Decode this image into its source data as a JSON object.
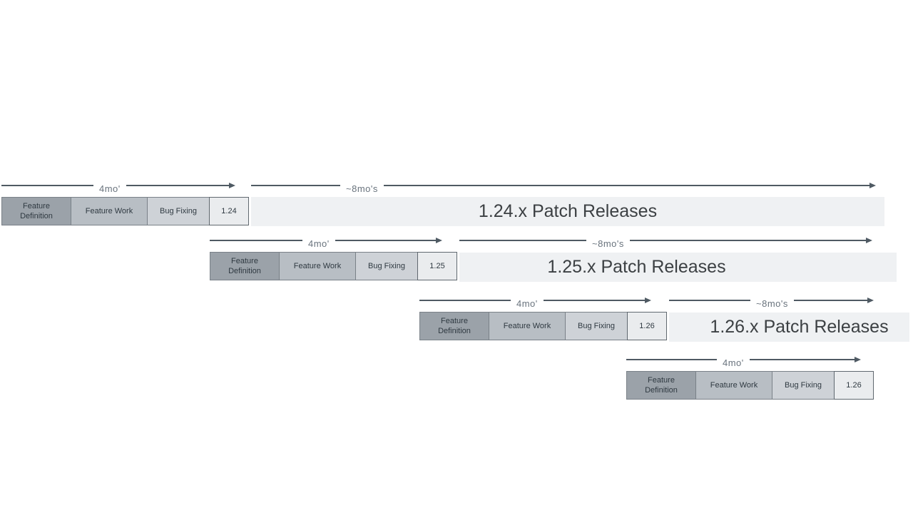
{
  "colors": {
    "fd": "#9ba2a9",
    "fw": "#b8bec4",
    "bf": "#ced2d7",
    "ver": "#eaecee",
    "bar": "#eff1f3",
    "border": "#7a8188",
    "verborder": "#60686f",
    "arrow": "#4f5a63",
    "arrowlabel": "#69737d",
    "boxtext": "#2f3941",
    "bartext": "#3c4043"
  },
  "rows": [
    {
      "version": "1.24",
      "phases": {
        "definition": "Feature Definition",
        "work": "Feature Work",
        "bugfix": "Bug Fixing"
      },
      "dev_duration": "4mo'",
      "patch_duration": "~8mo's",
      "patch_bar": "1.24.x Patch Releases"
    },
    {
      "version": "1.25",
      "phases": {
        "definition": "Feature Definition",
        "work": "Feature Work",
        "bugfix": "Bug Fixing"
      },
      "dev_duration": "4mo'",
      "patch_duration": "~8mo's",
      "patch_bar": "1.25.x Patch Releases"
    },
    {
      "version": "1.26",
      "phases": {
        "definition": "Feature Definition",
        "work": "Feature Work",
        "bugfix": "Bug Fixing"
      },
      "dev_duration": "4mo'",
      "patch_duration": "~8mo's",
      "patch_bar": "1.26.x Patch Releases"
    },
    {
      "version": "1.26",
      "phases": {
        "definition": "Feature Definition",
        "work": "Feature Work",
        "bugfix": "Bug Fixing"
      },
      "dev_duration": "4mo'"
    }
  ]
}
